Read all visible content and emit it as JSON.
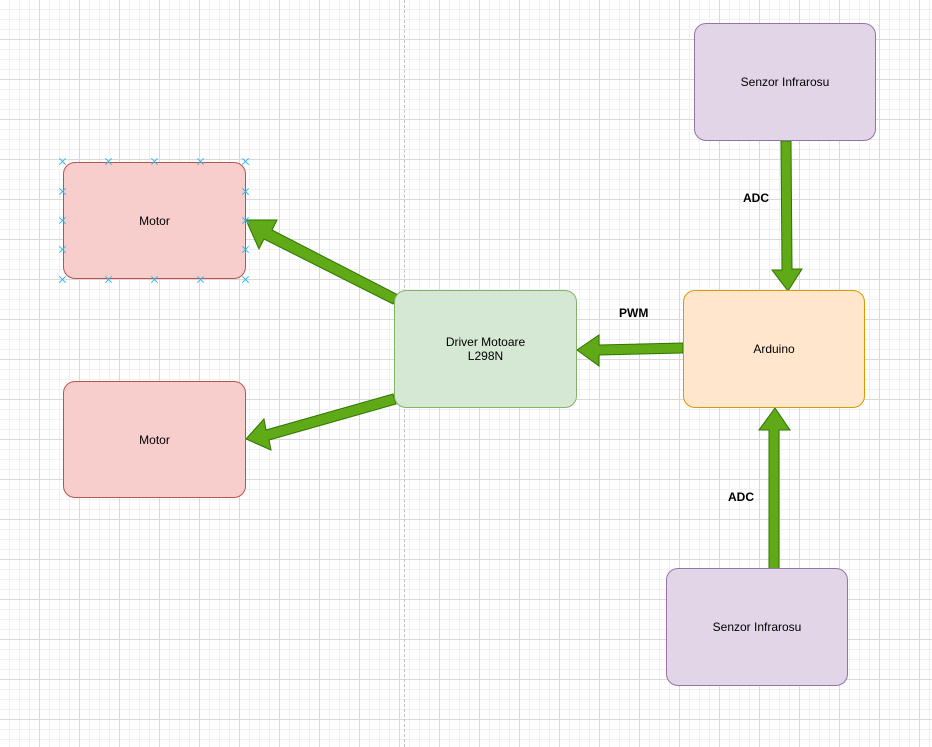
{
  "diagram": {
    "nodes": {
      "motor_top": "Motor",
      "motor_bottom": "Motor",
      "driver": "Driver Motoare\nL298N",
      "arduino": "Arduino",
      "sensor_top": "Senzor Infrarosu",
      "sensor_bottom": "Senzor Infrarosu"
    },
    "edge_labels": {
      "pwm": "PWM",
      "adc_top": "ADC",
      "adc_bottom": "ADC"
    }
  },
  "colors": {
    "arrow_fill": "#60a917",
    "arrow_stroke": "#2d7600",
    "motor_fill": "#f8cecc",
    "driver_fill": "#d5e8d4",
    "arduino_fill": "#ffe6cc",
    "sensor_fill": "#e1d5e7",
    "selection_handle": "#29b6f2"
  }
}
